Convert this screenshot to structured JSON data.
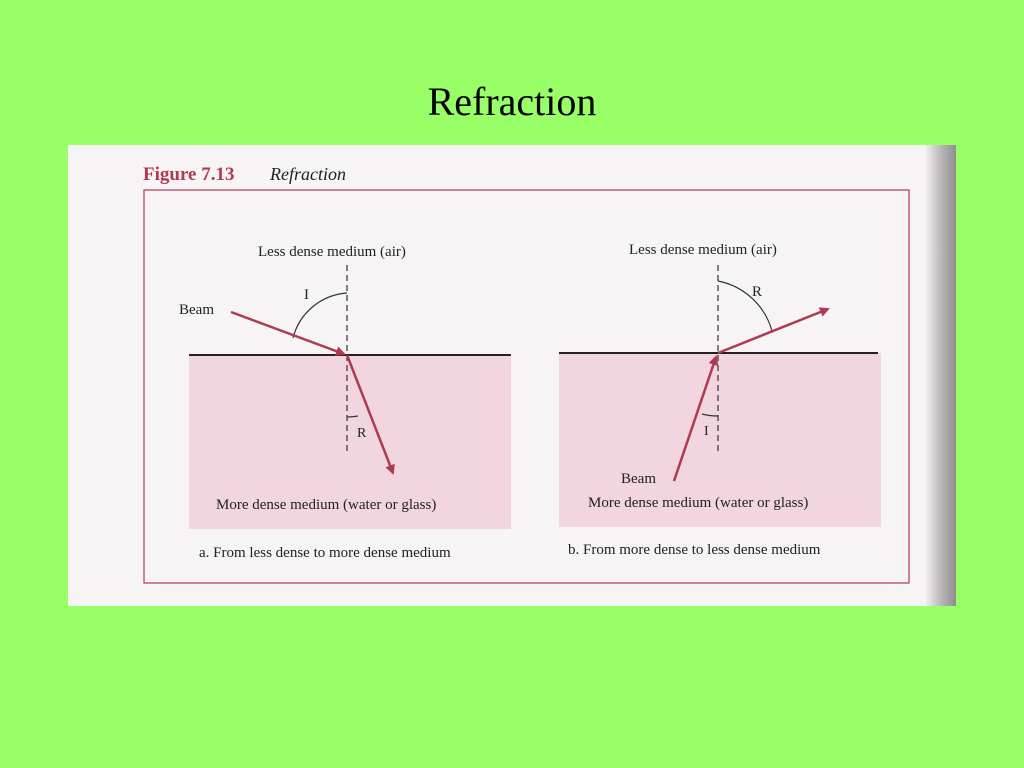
{
  "slide": {
    "title": "Refraction"
  },
  "figure": {
    "number": "Figure 7.13",
    "caption_title": "Refraction",
    "accent_color": "#b03a50",
    "medium_fill": "#f1d5df",
    "panel_a": {
      "top_label": "Less dense medium (air)",
      "bottom_label": "More dense medium (water or glass)",
      "beam_label": "Beam",
      "incidence_label": "I",
      "refraction_label": "R",
      "caption": "a. From less dense to more dense medium"
    },
    "panel_b": {
      "top_label": "Less dense medium (air)",
      "bottom_label": "More dense medium (water or glass)",
      "beam_label": "Beam",
      "incidence_label": "I",
      "refraction_label": "R",
      "caption": "b. From more dense to less dense medium"
    }
  }
}
